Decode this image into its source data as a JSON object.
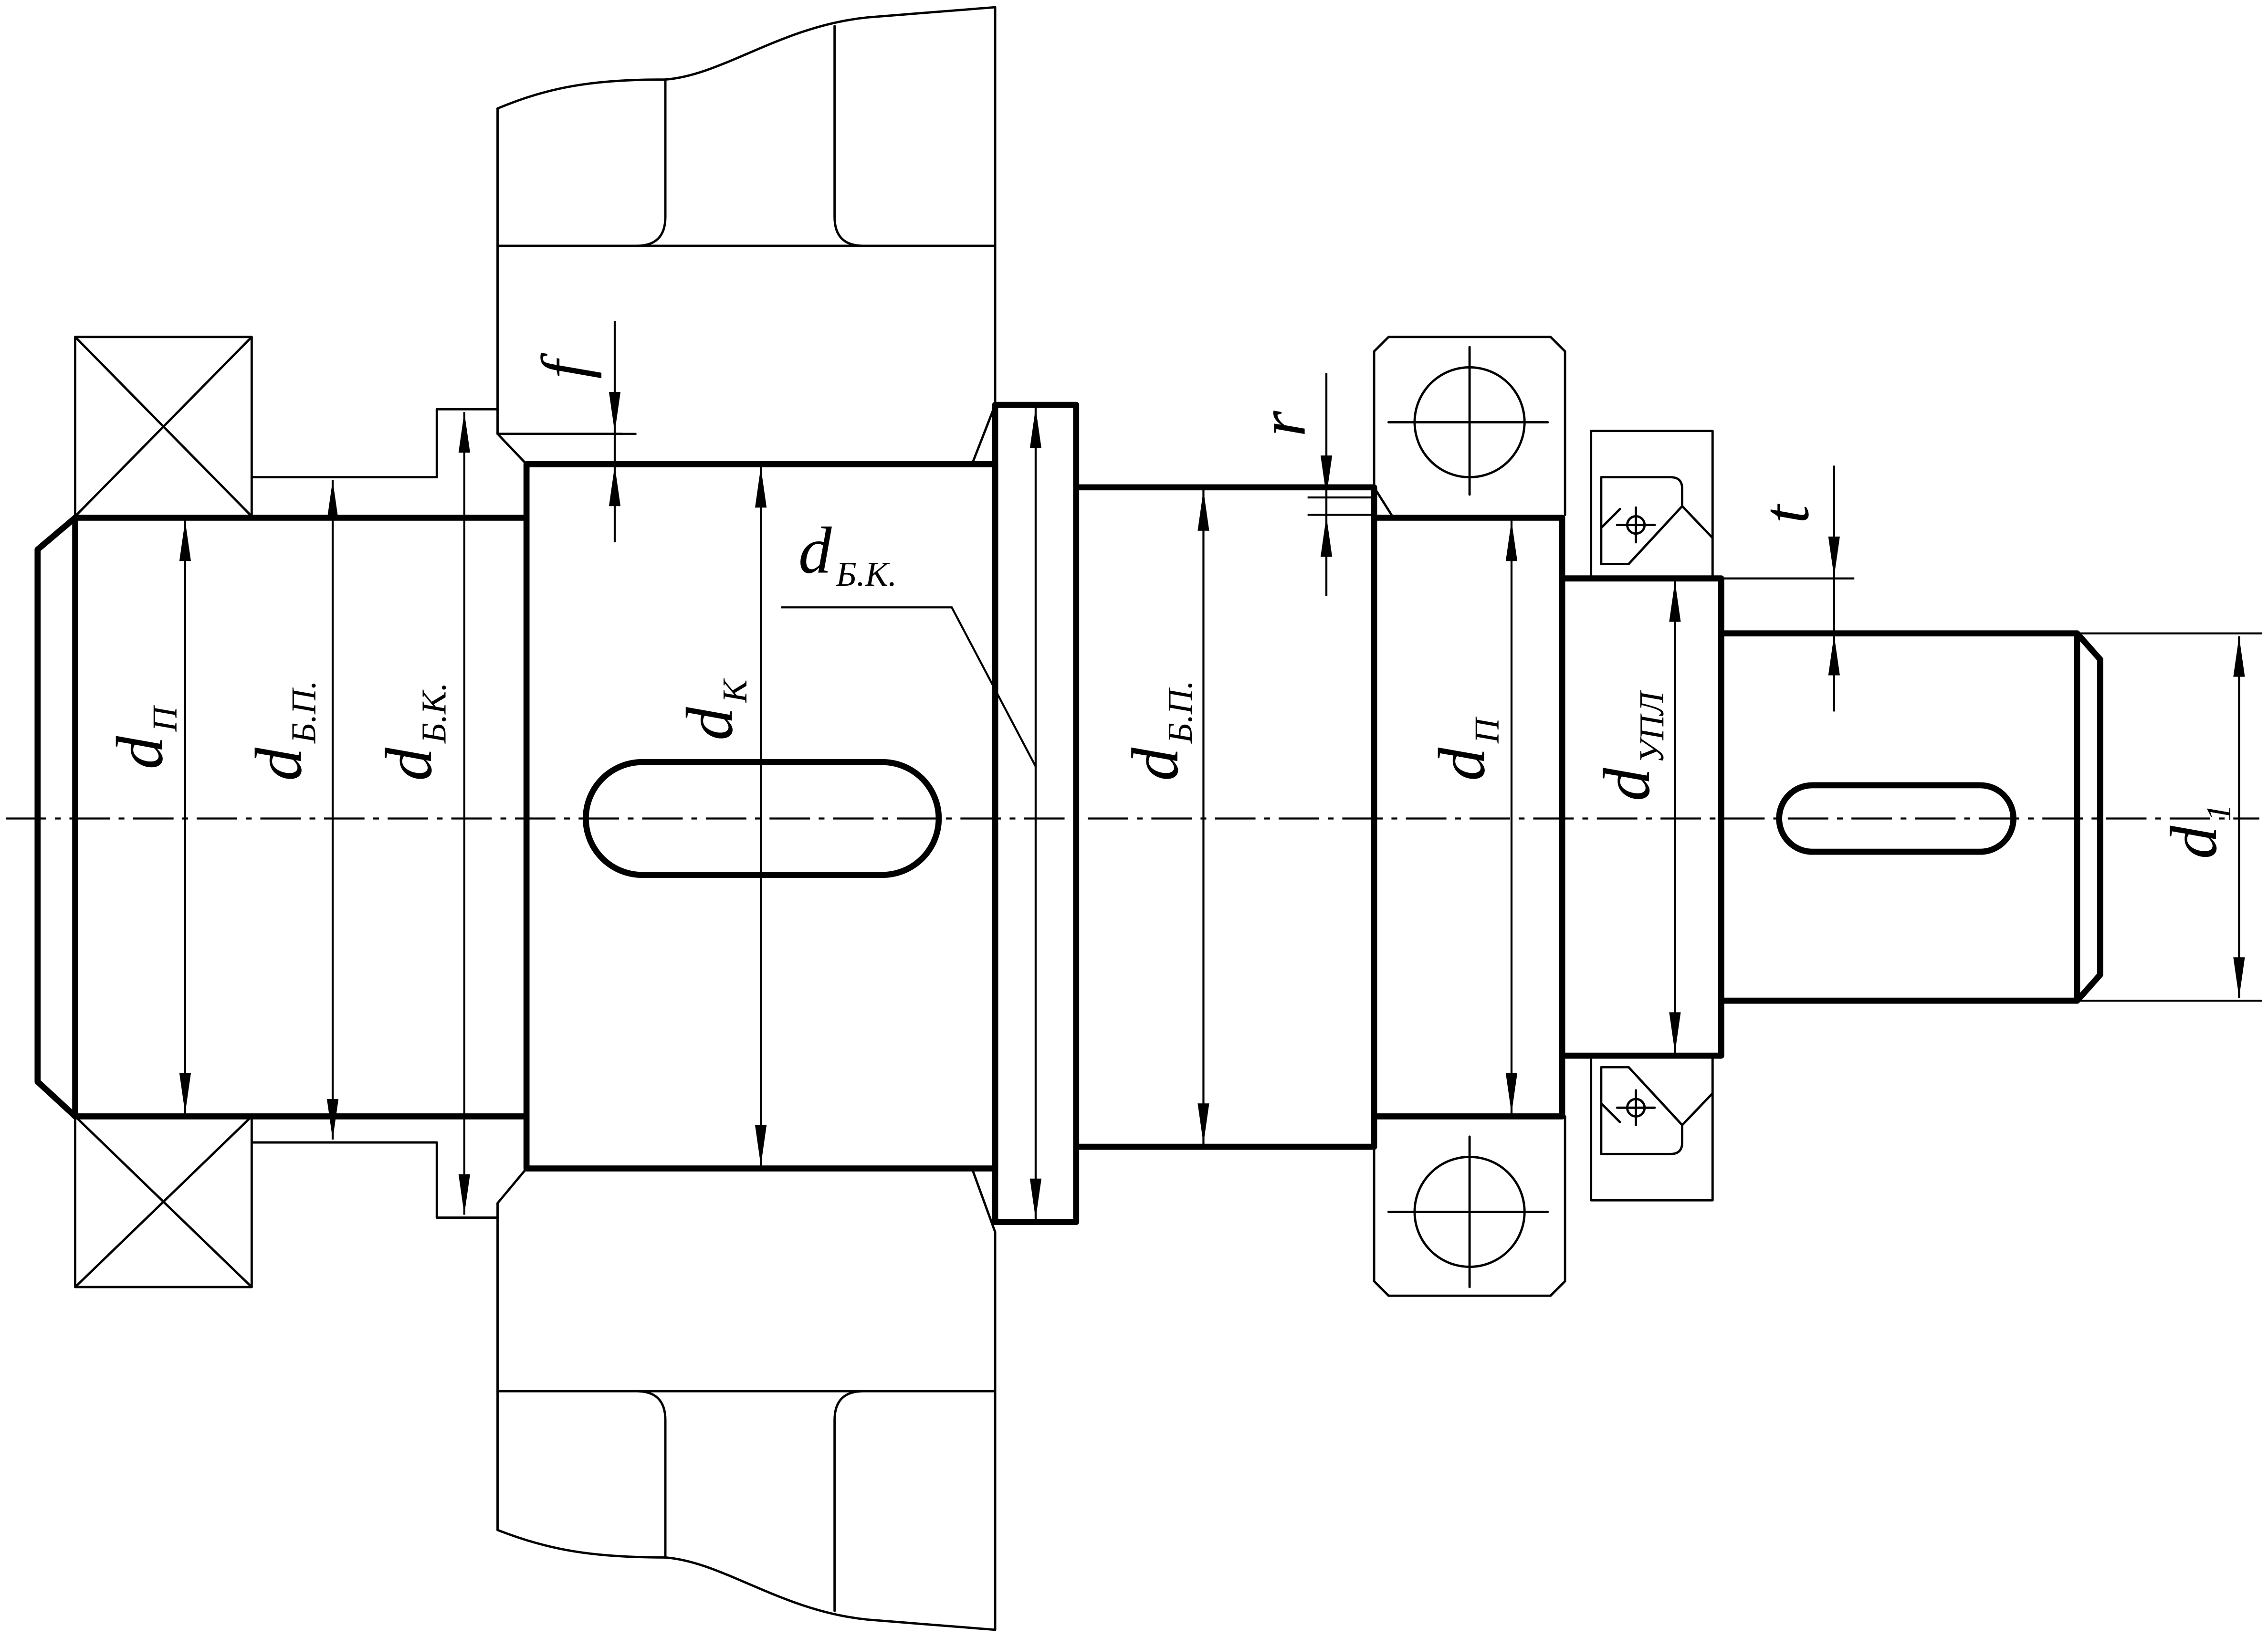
{
  "labels": {
    "d_p_left": {
      "main": "d",
      "sub": "П"
    },
    "d_bp_left": {
      "main": "d",
      "sub": "Б.П."
    },
    "d_bk_left": {
      "main": "d",
      "sub": "Б.К."
    },
    "d_k": {
      "main": "d",
      "sub": "К"
    },
    "d_bk_top": {
      "main": "d",
      "sub": "Б.К."
    },
    "d_bp_right": {
      "main": "d",
      "sub": "Б.П."
    },
    "d_p_right": {
      "main": "d",
      "sub": "П"
    },
    "d_upl": {
      "main": "d",
      "sub": "УПЛ"
    },
    "d_1": {
      "main": "d",
      "sub": "1"
    },
    "f": "f",
    "r": "r",
    "t": "t"
  }
}
